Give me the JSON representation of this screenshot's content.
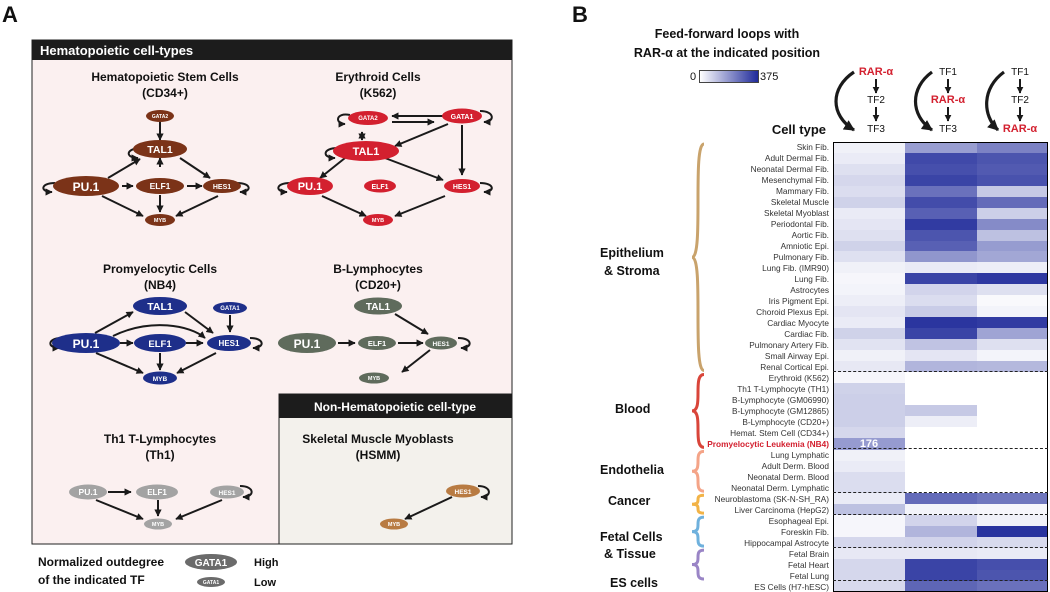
{
  "panel_a": {
    "letter": "A",
    "group_title": "Hematopoietic cell-types",
    "nonhema_title": "Non-Hematopoietic cell-type",
    "legend_title_1": "Normalized outdegree",
    "legend_title_2": "of the indicated TF",
    "legend_node": "GATA1",
    "legend_high": "High",
    "legend_low": "Low",
    "networks": [
      {
        "id": "hsc",
        "title1": "Hematopoietic Stem Cells",
        "title2": "(CD34+)",
        "color": "#7b3318",
        "nodes": {
          "GATA2": "GATA2",
          "TAL1": "TAL1",
          "PU1": "PU.1",
          "ELF1": "ELF1",
          "HES1": "HES1",
          "MYB": "MYB"
        }
      },
      {
        "id": "ery",
        "title1": "Erythroid Cells",
        "title2": "(K562)",
        "color": "#d3202f",
        "nodes": {
          "GATA2": "GATA2",
          "GATA1": "GATA1",
          "TAL1": "TAL1",
          "PU1": "PU.1",
          "ELF1": "ELF1",
          "HES1": "HES1",
          "MYB": "MYB"
        }
      },
      {
        "id": "pro",
        "title1": "Promyelocytic Cells",
        "title2": "(NB4)",
        "color": "#1e2f8a",
        "nodes": {
          "TAL1": "TAL1",
          "GATA1": "GATA1",
          "PU1": "PU.1",
          "ELF1": "ELF1",
          "HES1": "HES1",
          "MYB": "MYB"
        }
      },
      {
        "id": "bly",
        "title1": "B-Lymphocytes",
        "title2": "(CD20+)",
        "color": "#5f6b5c",
        "nodes": {
          "TAL1": "TAL1",
          "PU1": "PU.1",
          "ELF1": "ELF1",
          "HES1": "HES1",
          "MYB": "MYB"
        }
      },
      {
        "id": "th1",
        "title1": "Th1 T-Lymphocytes",
        "title2": "(Th1)",
        "color": "#a3a3a3",
        "nodes": {
          "PU1": "PU.1",
          "ELF1": "ELF1",
          "HES1": "HES1",
          "MYB": "MYB"
        }
      },
      {
        "id": "hsmm",
        "title1": "Skeletal Muscle Myoblasts",
        "title2": "(HSMM)",
        "color": "#b87b42",
        "nodes": {
          "HES1": "HES1",
          "MYB": "MYB"
        }
      }
    ]
  },
  "panel_b": {
    "letter": "B",
    "title_line1": "Feed-forward loops with",
    "title_line2": "RAR-α at the indicated position",
    "colorbar_min": "0",
    "colorbar_max": "375",
    "column_header": "Cell type",
    "motifs": [
      {
        "top": "RAR-α",
        "mid": "TF2",
        "bot": "TF3"
      },
      {
        "top": "TF1",
        "mid": "RAR-α",
        "bot": "TF3"
      },
      {
        "top": "TF1",
        "mid": "TF2",
        "bot": "RAR-α"
      }
    ],
    "groups": [
      {
        "label": "Epithelium & Stroma",
        "line1": "Epithelium",
        "line2": "& Stroma",
        "color": "#c9a36c"
      },
      {
        "label": "Blood",
        "line1": "Blood",
        "line2": "",
        "color": "#d9453a"
      },
      {
        "label": "Endothelia",
        "line1": "Endothelia",
        "line2": "",
        "color": "#f4a488"
      },
      {
        "label": "Cancer",
        "line1": "Cancer",
        "line2": "",
        "color": "#f2b347"
      },
      {
        "label": "Fetal Cells & Tissue",
        "line1": "Fetal Cells",
        "line2": "& Tissue",
        "color": "#6fb1dd"
      },
      {
        "label": "ES cells",
        "line1": "ES cells",
        "line2": "",
        "color": "#9a85c6"
      }
    ],
    "annotation": "176"
  },
  "chart_data": {
    "type": "heatmap",
    "title": "Feed-forward loops with RAR-α at the indicated position",
    "columns": [
      "RAR-α at top (TF1)",
      "RAR-α in middle (TF2)",
      "RAR-α at bottom (TF3)"
    ],
    "value_range": [
      0,
      375
    ],
    "highlight_row": "Promyelocytic Leukemia (NB4)",
    "rows": [
      {
        "name": "Skin Fib.",
        "values": [
          25,
          170,
          220
        ]
      },
      {
        "name": "Adult Dermal Fib.",
        "values": [
          35,
          320,
          300
        ]
      },
      {
        "name": "Neonatal Dermal Fib.",
        "values": [
          55,
          310,
          290
        ]
      },
      {
        "name": "Mesenchymal Fib.",
        "values": [
          70,
          330,
          305
        ]
      },
      {
        "name": "Mammary Fib.",
        "values": [
          60,
          250,
          95
        ]
      },
      {
        "name": "Skeletal Muscle",
        "values": [
          80,
          315,
          260
        ]
      },
      {
        "name": "Skeletal Myoblast",
        "values": [
          35,
          280,
          85
        ]
      },
      {
        "name": "Periodontal Fib.",
        "values": [
          45,
          345,
          205
        ]
      },
      {
        "name": "Aortic Fib.",
        "values": [
          55,
          300,
          110
        ]
      },
      {
        "name": "Amniotic Epi.",
        "values": [
          80,
          280,
          175
        ]
      },
      {
        "name": "Pulmonary Fib.",
        "values": [
          55,
          185,
          155
        ]
      },
      {
        "name": "Lung Fib. (IMR90)",
        "values": [
          25,
          35,
          30
        ]
      },
      {
        "name": "Lung Fib.",
        "values": [
          15,
          330,
          350
        ]
      },
      {
        "name": "Astrocytes",
        "values": [
          20,
          75,
          55
        ]
      },
      {
        "name": "Iris Pigment Epi.",
        "values": [
          30,
          60,
          10
        ]
      },
      {
        "name": "Choroid Plexus Epi.",
        "values": [
          45,
          90,
          20
        ]
      },
      {
        "name": "Cardiac Myocyte",
        "values": [
          35,
          355,
          345
        ]
      },
      {
        "name": "Cardiac Fib.",
        "values": [
          80,
          330,
          160
        ]
      },
      {
        "name": "Pulmonary Artery Fib.",
        "values": [
          50,
          105,
          55
        ]
      },
      {
        "name": "Small Airway Epi.",
        "values": [
          25,
          45,
          20
        ]
      },
      {
        "name": "Renal Cortical Epi.",
        "values": [
          40,
          130,
          125
        ]
      },
      {
        "name": "Erythroid (K562)",
        "values": [
          15,
          0,
          0
        ]
      },
      {
        "name": "Th1 T-Lymphocyte (TH1)",
        "values": [
          80,
          0,
          0
        ]
      },
      {
        "name": "B-Lymphocyte (GM06990)",
        "values": [
          85,
          0,
          0
        ]
      },
      {
        "name": "B-Lymphocyte (GM12865)",
        "values": [
          85,
          95,
          0
        ]
      },
      {
        "name": "B-Lymphocyte (CD20+)",
        "values": [
          85,
          30,
          0
        ]
      },
      {
        "name": "Hemat. Stem Cell (CD34+)",
        "values": [
          70,
          0,
          0
        ]
      },
      {
        "name": "Promyelocytic Leukemia (NB4)",
        "values": [
          176,
          0,
          0
        ]
      },
      {
        "name": "Lung Lymphatic",
        "values": [
          25,
          0,
          0
        ]
      },
      {
        "name": "Adult Derm. Blood",
        "values": [
          35,
          0,
          0
        ]
      },
      {
        "name": "Neonatal Derm. Blood",
        "values": [
          60,
          0,
          0
        ]
      },
      {
        "name": "Neonatal Derm. Lymphatic",
        "values": [
          60,
          0,
          0
        ]
      },
      {
        "name": "Neuroblastoma (SK-N-SH_RA)",
        "values": [
          35,
          260,
          240
        ]
      },
      {
        "name": "Liver Carcinoma (HepG2)",
        "values": [
          110,
          20,
          15
        ]
      },
      {
        "name": "Esophageal Epi.",
        "values": [
          15,
          75,
          25
        ]
      },
      {
        "name": "Foreskin Fib.",
        "values": [
          15,
          130,
          360
        ]
      },
      {
        "name": "Hippocampal Astrocyte",
        "values": [
          70,
          75,
          65
        ]
      },
      {
        "name": "Fetal Brain",
        "values": [
          40,
          40,
          35
        ]
      },
      {
        "name": "Fetal Heart",
        "values": [
          70,
          330,
          310
        ]
      },
      {
        "name": "Fetal Lung",
        "values": [
          70,
          330,
          300
        ]
      },
      {
        "name": "ES Cells (H7-hESC)",
        "values": [
          65,
          270,
          250
        ]
      }
    ],
    "group_breaks_after": [
      "Renal Cortical Epi.",
      "Promyelocytic Leukemia (NB4)",
      "Neonatal Derm. Lymphatic",
      "Liver Carcinoma (HepG2)",
      "Hippocampal Astrocyte",
      "Fetal Lung"
    ]
  }
}
